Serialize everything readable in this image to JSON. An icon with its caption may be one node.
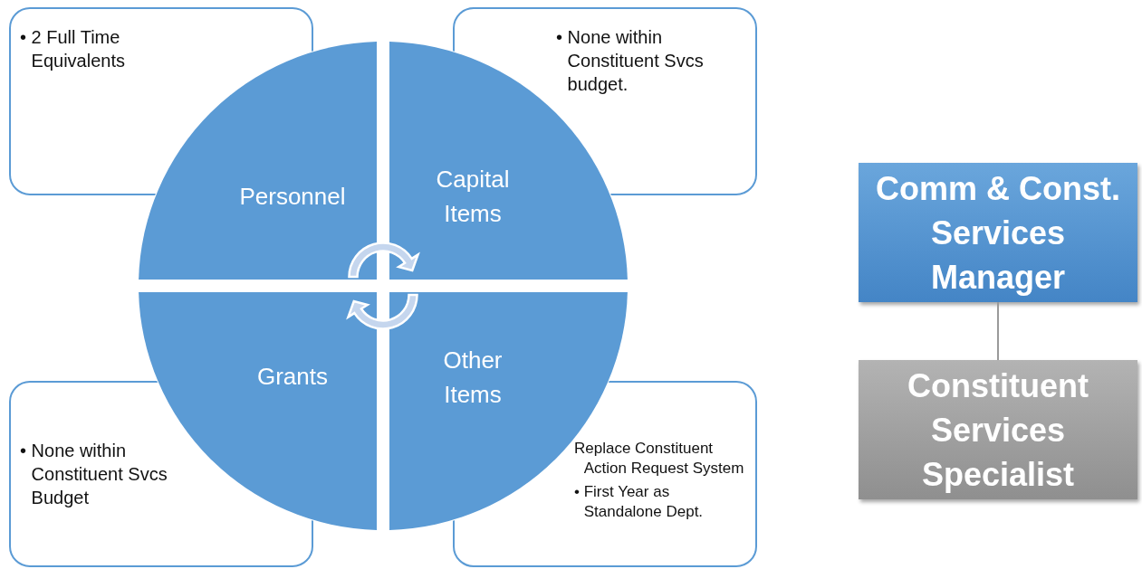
{
  "diagram": {
    "nodes": [
      {
        "text": [
          "• 2 Full Time Equivalents"
        ]
      },
      {
        "text": [
          "• None within Constituent Svcs budget."
        ]
      },
      {
        "text": [
          "Personnel"
        ]
      },
      {
        "text": [
          "Capital Items"
        ]
      },
      {
        "text": [
          "Grants"
        ]
      },
      {
        "text": [
          "Other Items"
        ]
      },
      {
        "text": [
          "• None within Constituent Svcs Budget"
        ]
      },
      {
        "text": [
          "Replace Constituent Action Request System",
          "• First Year as Standalone Dept."
        ]
      },
      {
        "text": [
          "Comm & Const. Services Manager"
        ]
      },
      {
        "text": [
          "Constituent Services Specialist"
        ]
      }
    ],
    "edges": [
      {
        "from": 8,
        "to": 9,
        "arrow": "none"
      }
    ]
  }
}
